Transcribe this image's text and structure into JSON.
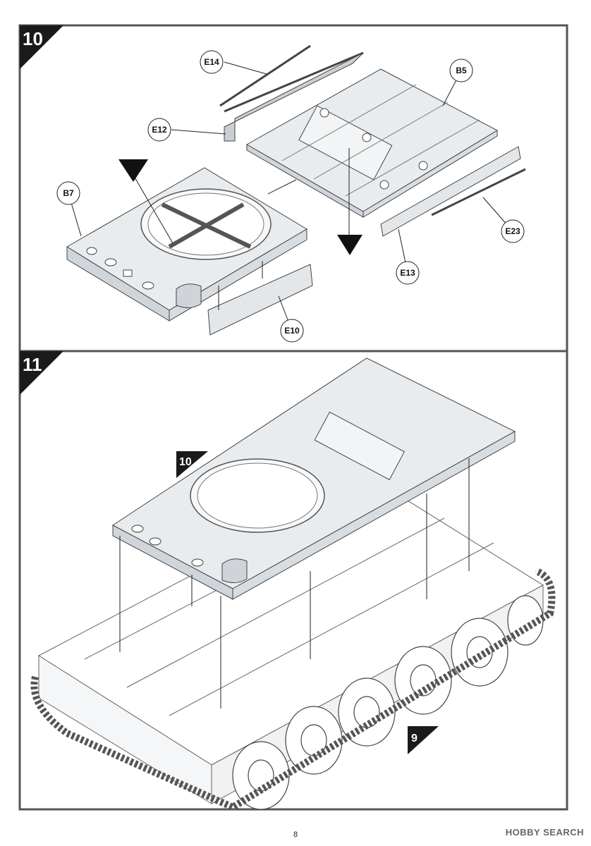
{
  "steps": [
    {
      "number": "10"
    },
    {
      "number": "11"
    }
  ],
  "step10_parts": [
    "E14",
    "B5",
    "E12",
    "B7",
    "E23",
    "E13",
    "E10"
  ],
  "step11_refs": {
    "top": "10",
    "bottom": "9"
  },
  "page_number": "8",
  "watermark": "HOBBY SEARCH"
}
